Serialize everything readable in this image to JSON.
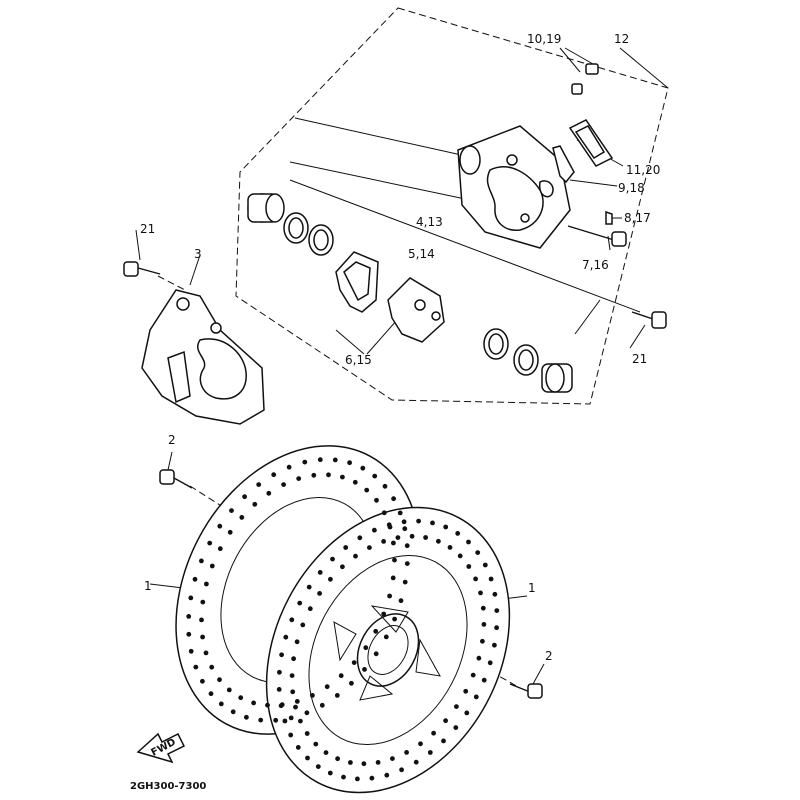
{
  "diagram": {
    "catalog_code": "2GH300-7300",
    "fwd_badge": "FWD",
    "callouts": {
      "c_10_19": "10,19",
      "c_12": "12",
      "c_11_20": "11,20",
      "c_9_18": "9,18",
      "c_8_17": "8,17",
      "c_4_13": "4,13",
      "c_5_14": "5,14",
      "c_7_16": "7,16",
      "c_21_top": "21",
      "c_3": "3",
      "c_6_15": "6,15",
      "c_21_right": "21",
      "c_2_top": "2",
      "c_1_left": "1",
      "c_1_right": "1",
      "c_2_bottom": "2"
    }
  }
}
